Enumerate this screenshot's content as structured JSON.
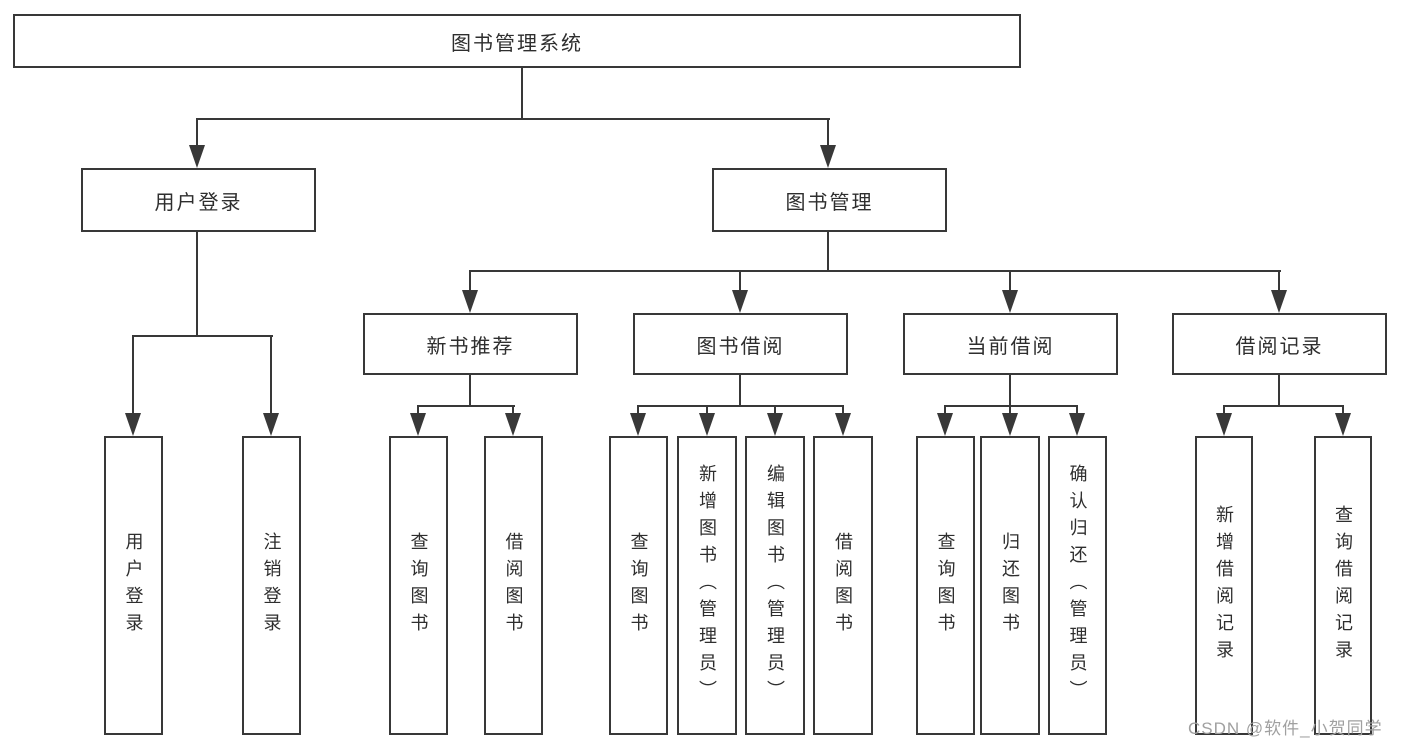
{
  "diagram_title": "图书管理系统",
  "tree": {
    "label": "图书管理系统",
    "children": [
      {
        "label": "用户登录",
        "children": [
          {
            "label": "用户登录"
          },
          {
            "label": "注销登录"
          }
        ]
      },
      {
        "label": "图书管理",
        "children": [
          {
            "label": "新书推荐",
            "children": [
              {
                "label": "查询图书"
              },
              {
                "label": "借阅图书"
              }
            ]
          },
          {
            "label": "图书借阅",
            "children": [
              {
                "label": "查询图书"
              },
              {
                "label": "新增图书（管理员）"
              },
              {
                "label": "编辑图书（管理员）"
              },
              {
                "label": "借阅图书"
              }
            ]
          },
          {
            "label": "当前借阅",
            "children": [
              {
                "label": "查询图书"
              },
              {
                "label": "归还图书"
              },
              {
                "label": "确认归还（管理员）"
              }
            ]
          },
          {
            "label": "借阅记录",
            "children": [
              {
                "label": "新增借阅记录"
              },
              {
                "label": "查询借阅记录"
              }
            ]
          }
        ]
      }
    ]
  },
  "watermark": "CSDN @软件_小贺同学",
  "colors": {
    "line": "#383838",
    "box_border": "#383838",
    "text": "#2e2e2e",
    "watermark": "#a0a0a0",
    "background": "#ffffff"
  }
}
